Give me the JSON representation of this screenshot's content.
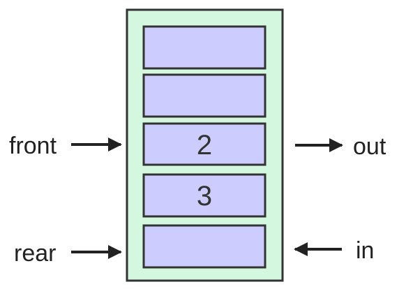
{
  "queue": {
    "cells": [
      {
        "value": ""
      },
      {
        "value": ""
      },
      {
        "value": "2"
      },
      {
        "value": "3"
      },
      {
        "value": ""
      }
    ]
  },
  "pointers": {
    "front": "front",
    "rear": "rear",
    "out": "out",
    "in": "in"
  },
  "colors": {
    "container_fill": "#d4f7e0",
    "cell_fill": "#ccccff",
    "stroke": "#333333",
    "arrow": "#222222"
  }
}
